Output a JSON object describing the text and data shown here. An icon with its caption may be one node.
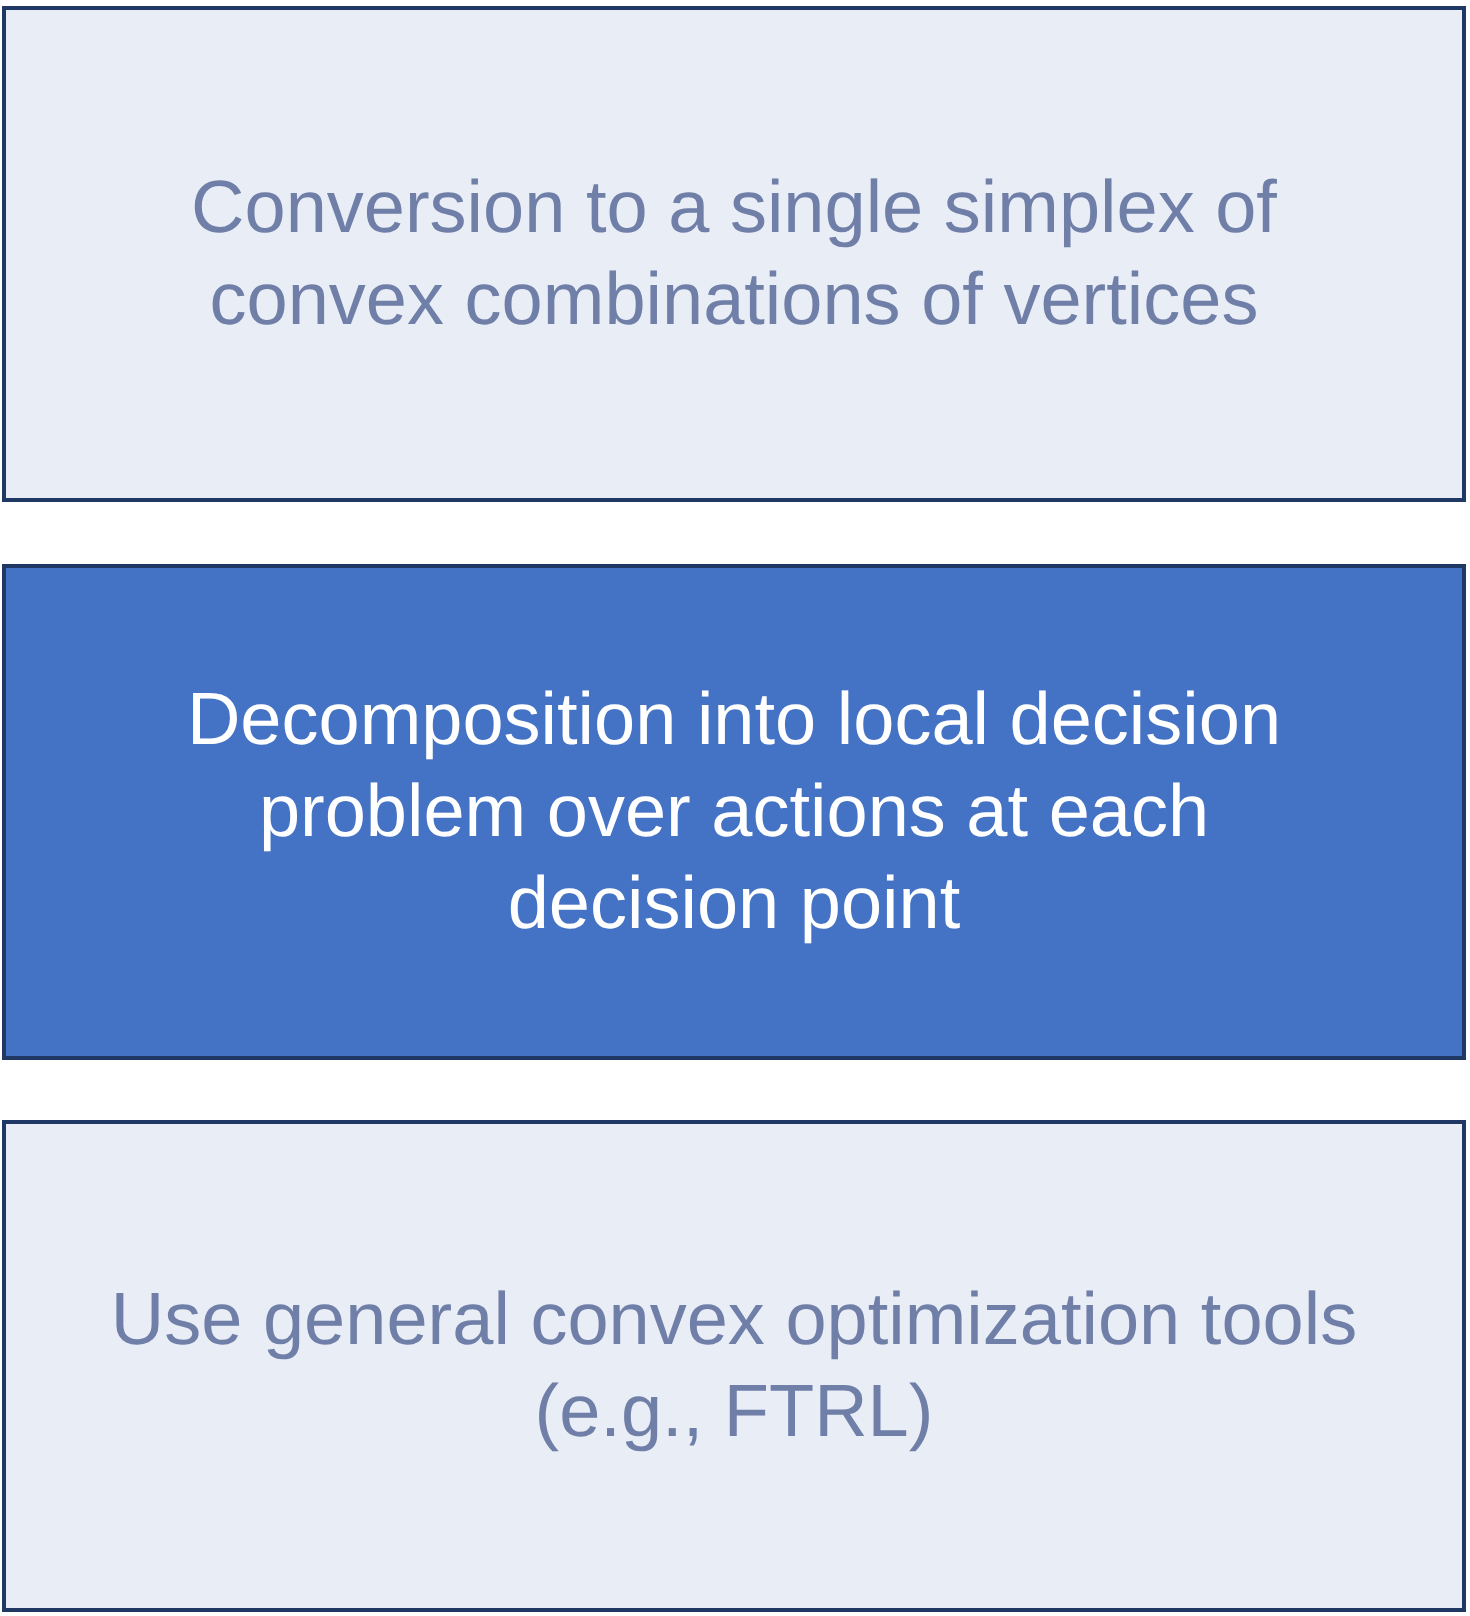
{
  "diagram": {
    "nodes": [
      {
        "text": [
          "Conversion to a single simplex of convex combinations of vertices"
        ]
      },
      {
        "text": [
          "Decomposition into local decision problem over actions at each decision point"
        ]
      },
      {
        "text": [
          "Use general convex optimization tools (e.g., FTRL)"
        ]
      }
    ]
  }
}
